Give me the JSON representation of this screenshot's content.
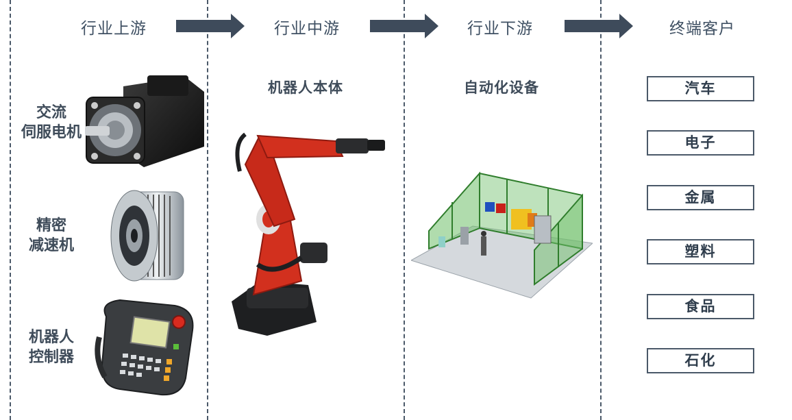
{
  "stages": [
    {
      "title": "行业上游"
    },
    {
      "title": "行业中游"
    },
    {
      "title": "行业下游"
    },
    {
      "title": "终端客户"
    }
  ],
  "upstream": {
    "components": [
      {
        "label_line1": "交流",
        "label_line2": "伺服电机",
        "icon": "servo-motor-icon"
      },
      {
        "label_line1": "精密",
        "label_line2": "减速机",
        "icon": "reducer-icon"
      },
      {
        "label_line1": "机器人",
        "label_line2": "控制器",
        "icon": "teach-pendant-icon"
      }
    ]
  },
  "midstream": {
    "label": "机器人本体",
    "icon": "robot-arm-icon"
  },
  "downstream": {
    "label": "自动化设备",
    "icon": "workcell-icon"
  },
  "customers": [
    "汽车",
    "电子",
    "金属",
    "塑料",
    "食品",
    "石化"
  ],
  "colors": {
    "arrow": "#3e4b5b",
    "text": "#3f5063",
    "robot_red": "#d2301e",
    "cell_green": "#6fbf6a"
  }
}
